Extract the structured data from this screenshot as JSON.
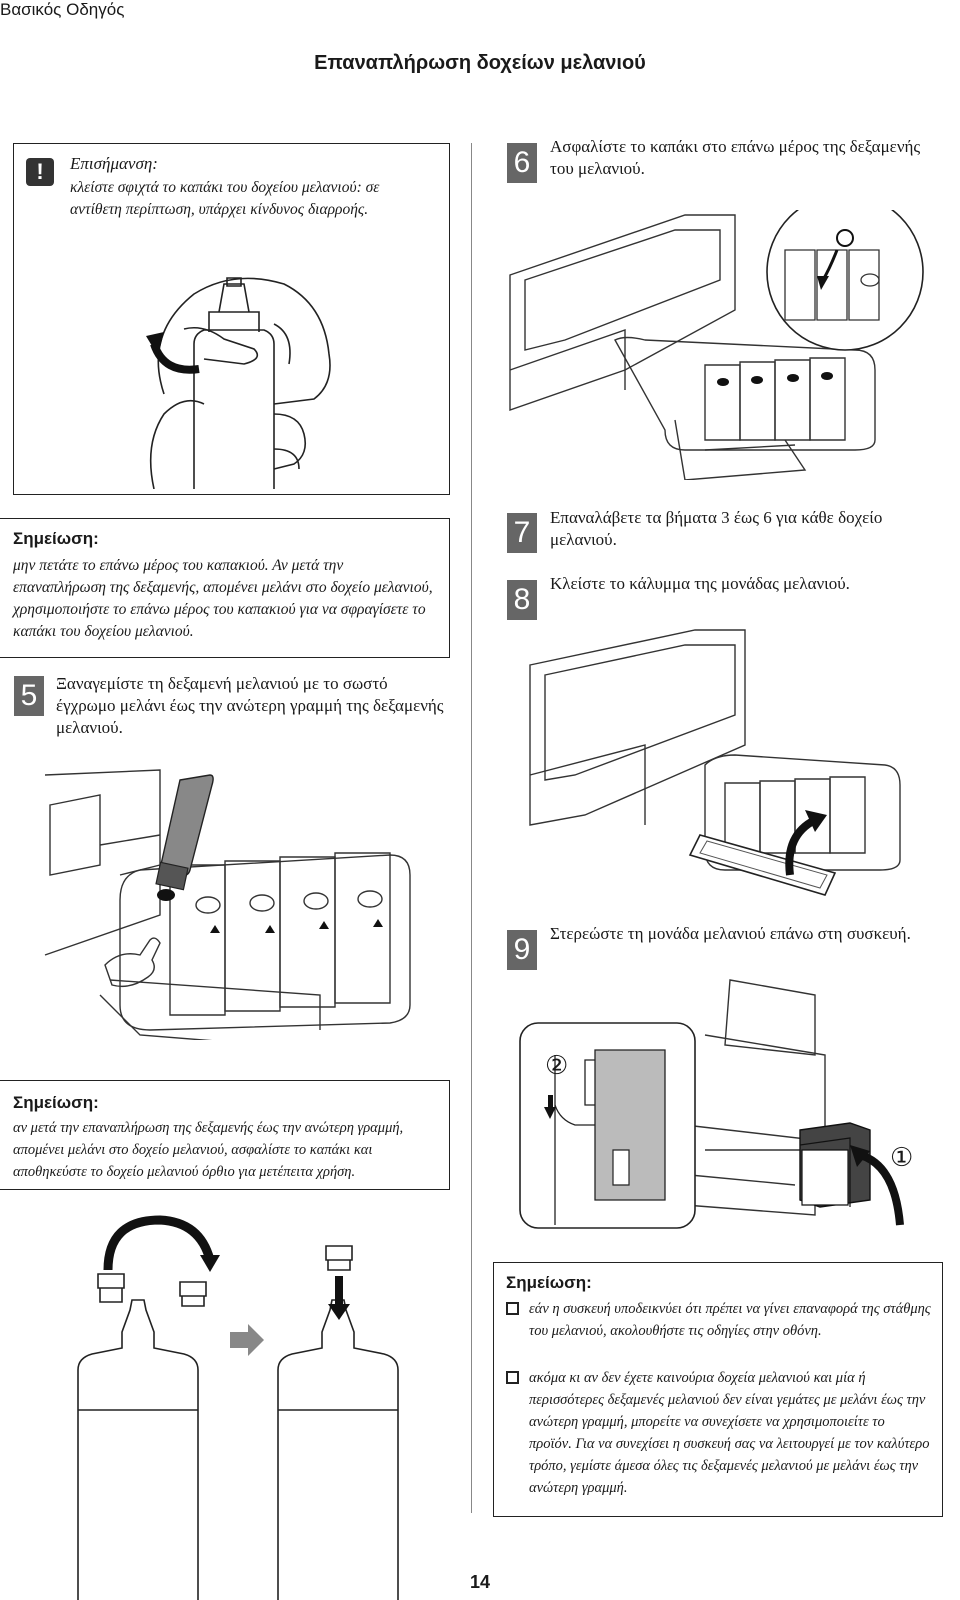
{
  "header": {
    "left": "Βασικός Οδηγός"
  },
  "title": "Επαναπλήρωση δοχείων μελανιού",
  "warning": {
    "heading": "Επισήμανση:",
    "text": "κλείστε σφιχτά το καπάκι του δοχείου μελανιού: σε αντίθετη περίπτωση, υπάρχει κίνδυνος διαρροής."
  },
  "note1": {
    "heading": "Σημείωση:",
    "text": "μην πετάτε το επάνω μέρος του καπακιού. Αν μετά την επαναπλήρωση της δεξαμενής, απομένει μελάνι στο δοχείο μελανιού, χρησιμοποιήστε το επάνω μέρος του καπακιού για να σφραγίσετε το καπάκι του δοχείου μελανιού."
  },
  "steps": {
    "s5": {
      "num": "5",
      "text": "Ξαναγεμίστε τη δεξαμενή μελανιού με το σωστό έγχρωμο μελάνι έως την ανώτερη γραμμή της δεξαμενής μελανιού."
    },
    "s6": {
      "num": "6",
      "text": "Ασφαλίστε το καπάκι στο επάνω μέρος της δεξαμενής του μελανιού."
    },
    "s7": {
      "num": "7",
      "text": "Επαναλάβετε τα βήματα 3 έως 6 για κάθε δοχείο μελανιού."
    },
    "s8": {
      "num": "8",
      "text": "Κλείστε το κάλυμμα της μονάδας μελανιού."
    },
    "s9": {
      "num": "9",
      "text": "Στερεώστε τη μονάδα μελανιού επάνω στη συσκευή."
    }
  },
  "note2": {
    "heading": "Σημείωση:",
    "text": "αν μετά την επαναπλήρωση της δεξαμενής έως την ανώτερη γραμμή, απομένει μελάνι στο δοχείο μελανιού, ασφαλίστε το καπάκι και αποθηκεύστε το δοχείο μελανιού όρθιο για μετέπειτα χρήση."
  },
  "note3": {
    "heading": "Σημείωση:",
    "items": [
      "εάν η συσκευή υποδεικνύει ότι πρέπει να γίνει επαναφορά της στάθμης του μελανιού, ακολουθήστε τις οδηγίες στην οθόνη.",
      "ακόμα κι αν δεν έχετε καινούρια δοχεία μελανιού και μία ή περισσότερες δεξαμενές μελανιού δεν είναι γεμάτες με μελάνι έως την ανώτερη γραμμή, μπορείτε να συνεχίσετε να χρησιμοποιείτε το προϊόν. Για να συνεχίσει η συσκευή σας να λειτουργεί με τον καλύτερο τρόπο, γεμίστε άμεσα όλες τις δεξαμενές μελανιού με μελάνι έως την ανώτερη γραμμή."
    ]
  },
  "callouts": {
    "c1": "①",
    "c2": "②"
  },
  "page_number": "14"
}
